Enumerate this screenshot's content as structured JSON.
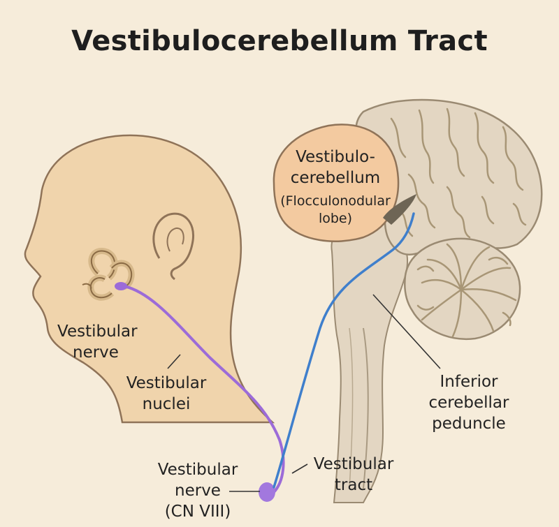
{
  "title": "Vestibulocerebellum Tract",
  "labels": {
    "vestibulocerebellum_l1": "Vestibulo-",
    "vestibulocerebellum_l2": "cerebellum",
    "lobe_l1": "(Flocculonodular",
    "lobe_l2": "lobe)",
    "vestibular_nerve_l1": "Vestibular",
    "vestibular_nerve_l2": "nerve",
    "vestibular_nuclei_l1": "Vestibular",
    "vestibular_nuclei_l2": "nuclei",
    "inferior_peduncle_l1": "Inferior",
    "inferior_peduncle_l2": "cerebellar",
    "inferior_peduncle_l3": "peduncle",
    "cn8_l1": "Vestibular",
    "cn8_l2": "nerve",
    "cn8_l3": "(CN VIII)",
    "vestibular_tract_l1": "Vestibular",
    "vestibular_tract_l2": "tract"
  },
  "colors": {
    "background": "#f6ecda",
    "skin": "#f0d4ac",
    "brain": "#e3d6c2",
    "lobe": "#f3caa0",
    "nerve_purple": "#9c6bd8",
    "tract_blue": "#3f7fcc"
  }
}
